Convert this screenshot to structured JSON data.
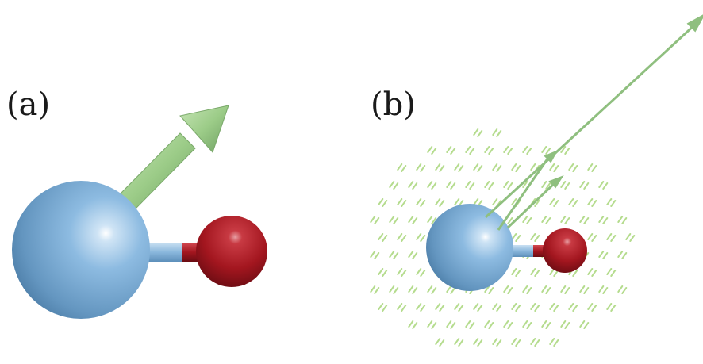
{
  "panels": [
    {
      "label": "(a)"
    },
    {
      "label": "(b)"
    }
  ],
  "colors": {
    "large_atom": "#86b6de",
    "small_atom": "#a3161f",
    "arrow": "#8fbf7f",
    "field_arrows": "#b5dc8e",
    "bond_blue": "#8ab7dc",
    "bond_red": "#a3161f"
  },
  "icons": {
    "large_atom": "blue-sphere",
    "small_atom": "red-sphere",
    "dipole_arrow": "green-arrow",
    "field": "green-dash-arrow-grid"
  }
}
